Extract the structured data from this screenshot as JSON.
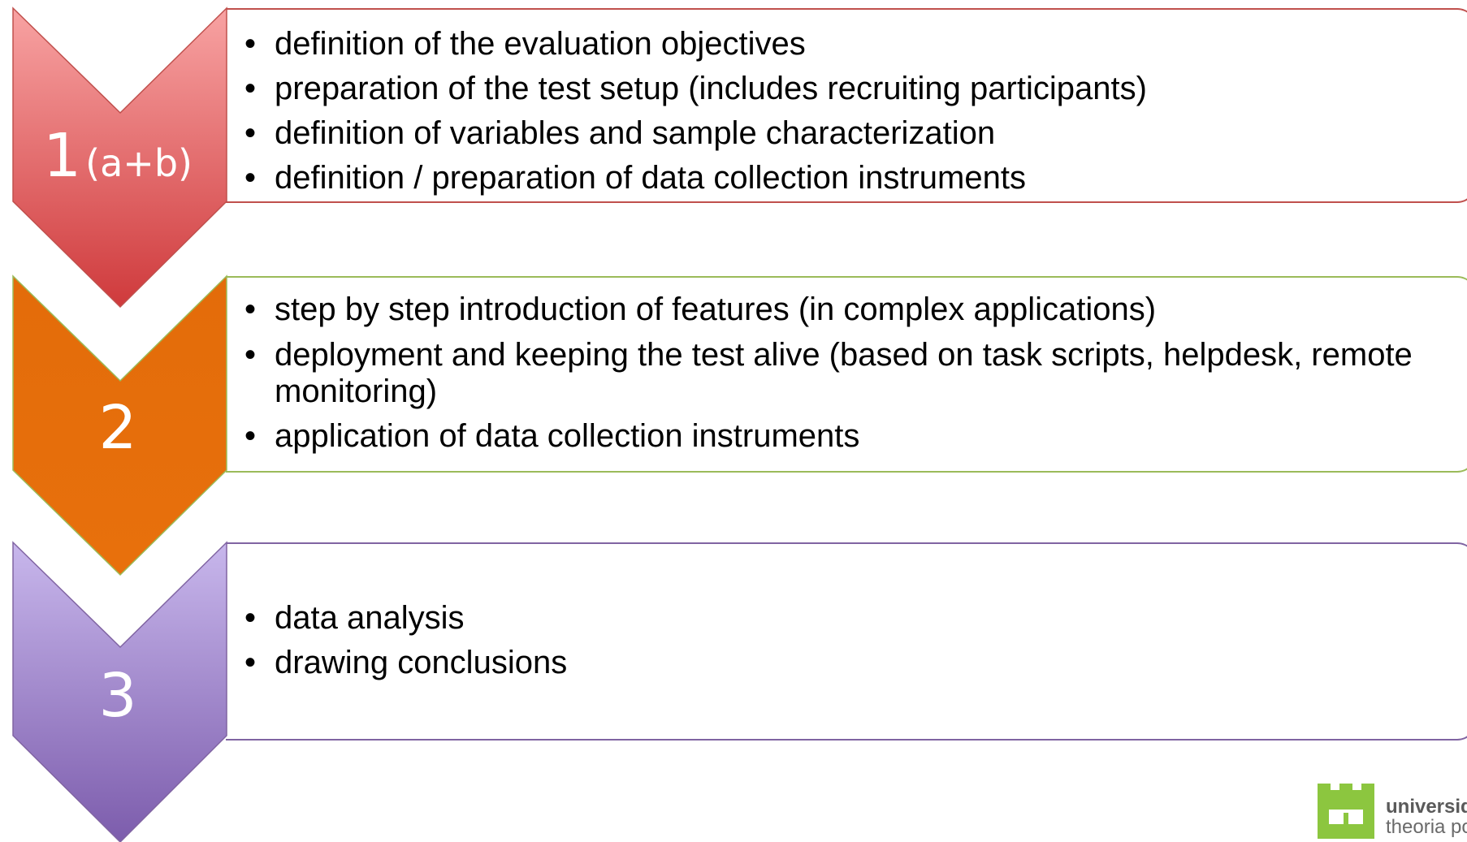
{
  "steps": [
    {
      "number": "1",
      "suffix": "(a+b)",
      "color_top": "#f79a9a",
      "color_bottom": "#d0393b",
      "border_color": "#c0504d",
      "items": [
        "definition of the evaluation objectives",
        "preparation of the test setup (includes recruiting participants)",
        "definition of variables and sample characterization",
        "definition / preparation of data collection instruments"
      ]
    },
    {
      "number": "2",
      "suffix": "",
      "color_top": "#e26b0a",
      "color_bottom": "#e26b0a",
      "border_color": "#9bbb59",
      "items": [
        "step by step introduction of features (in complex applications)",
        "deployment and keeping the test alive (based on task scripts, helpdesk, remote monitoring)",
        "application of data collection instruments"
      ]
    },
    {
      "number": "3",
      "suffix": "",
      "color_top": "#c5b3ea",
      "color_bottom": "#7f5fae",
      "border_color": "#8064a2",
      "items": [
        "data analysis",
        "drawing conclusions"
      ]
    }
  ],
  "logo": {
    "color": "#8cc63f",
    "line1": "universida",
    "line2": "theoria poi"
  }
}
